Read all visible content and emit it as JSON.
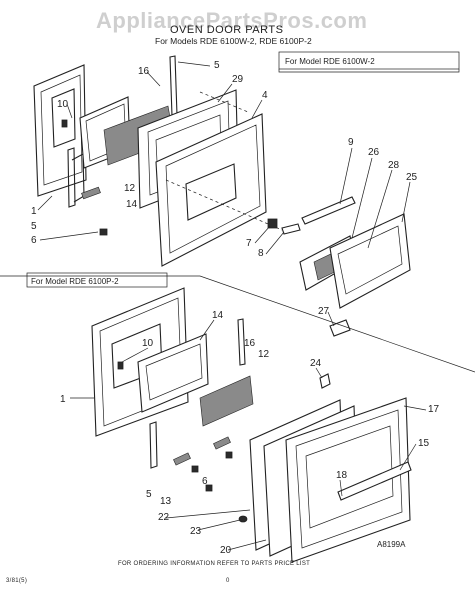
{
  "watermark": "AppliancePartsPros.com",
  "header": {
    "title": "OVEN DOOR PARTS",
    "subtitle": "For Models RDE 6100W-2, RDE 6100P-2"
  },
  "model_boxes": {
    "upper": "For Model RDE 6100W-2",
    "lower": "For Model RDE 6100P-2"
  },
  "figure_code": "A8199A",
  "footer": {
    "note": "FOR ORDERING INFORMATION REFER TO PARTS PRICE LIST",
    "left_code": "3/81(5)",
    "page_mark": "0"
  },
  "callouts": {
    "upper": [
      "10",
      "16",
      "5",
      "29",
      "4",
      "12",
      "14",
      "1",
      "5",
      "6",
      "9",
      "26",
      "28",
      "25",
      "7",
      "8",
      "27"
    ],
    "lower": [
      "14",
      "10",
      "16",
      "12",
      "1",
      "24",
      "17",
      "15",
      "18",
      "5",
      "13",
      "6",
      "22",
      "23",
      "20"
    ]
  }
}
